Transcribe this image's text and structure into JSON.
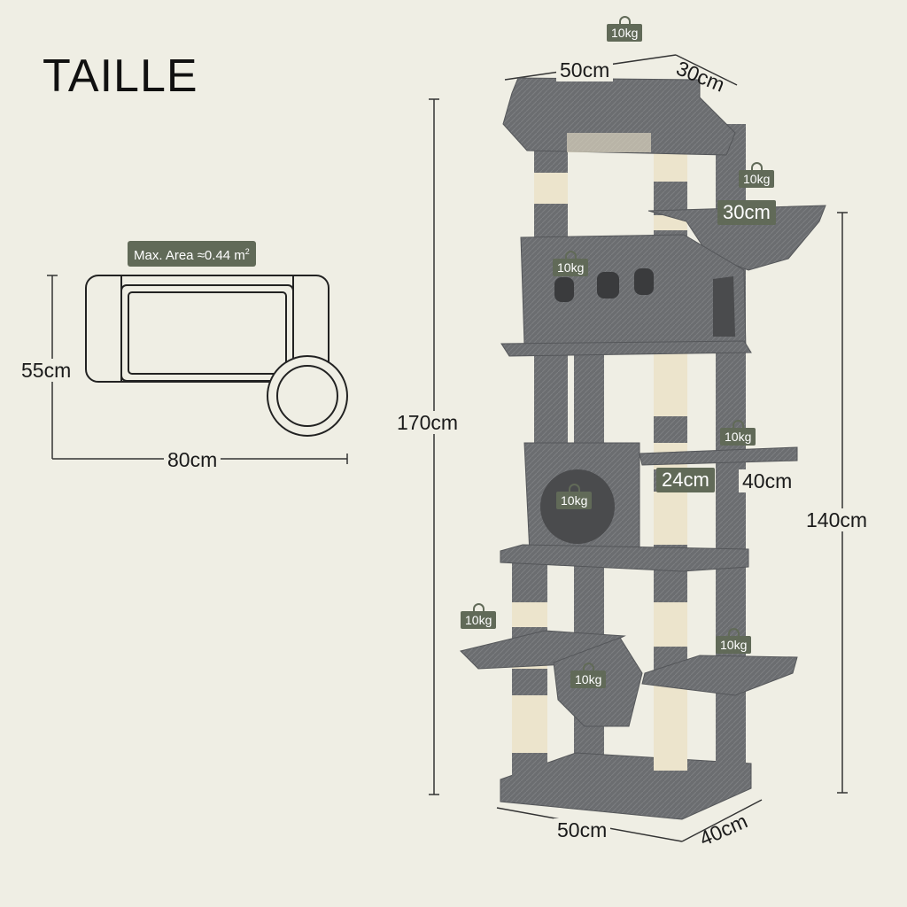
{
  "title": "TAILLE",
  "footprint": {
    "area_label": "Max. Area ≈0.44 m",
    "area_exp": "2",
    "height_label": "55cm",
    "width_label": "80cm"
  },
  "tree": {
    "total_height": "170cm",
    "right_height": "140cm",
    "top_width": "50cm",
    "top_depth": "30cm",
    "basket_diameter": "30cm",
    "platform_width": "24cm",
    "platform_depth": "40cm",
    "base_width": "50cm",
    "base_depth": "40cm"
  },
  "loads": {
    "top": "10kg",
    "basket": "10kg",
    "upper_condo": "10kg",
    "right_platform": "10kg",
    "lower_condo": "10kg",
    "left_platform": "10kg",
    "hammock": "10kg",
    "lower_right_platform": "10kg"
  },
  "colors": {
    "background": "#efeee4",
    "plush": "#6b6d70",
    "sisal": "#ece4cc",
    "badge": "#616a58"
  }
}
